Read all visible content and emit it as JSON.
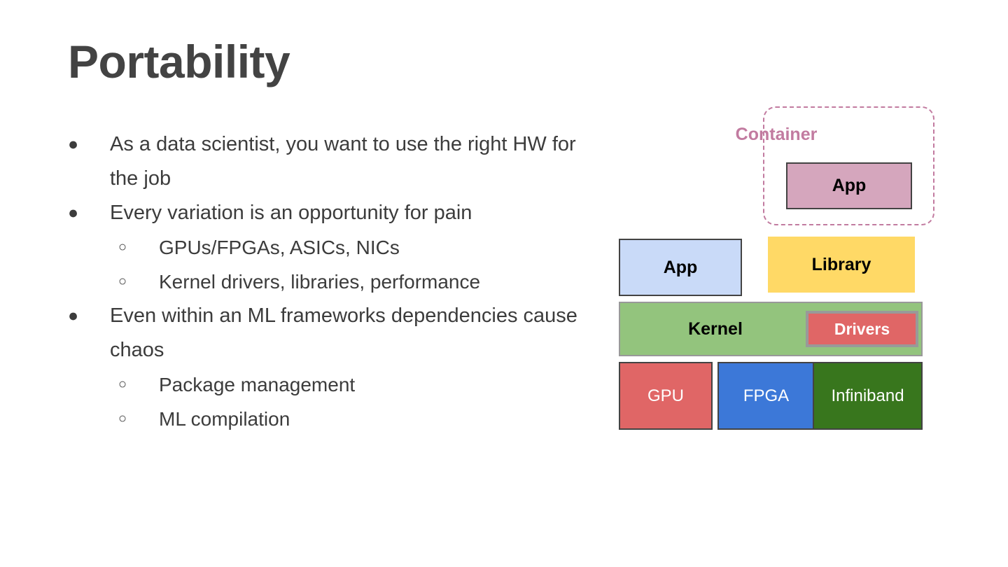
{
  "slide": {
    "title": "Portability",
    "title_color": "#434343",
    "background": "#ffffff",
    "bullets": [
      {
        "level": 1,
        "marker": "●",
        "text": "As a data scientist, you want to use the right HW for the job"
      },
      {
        "level": 1,
        "marker": "●",
        "text": "Every variation is an opportunity for pain"
      },
      {
        "level": 2,
        "marker": "○",
        "text": "GPUs/FPGAs, ASICs, NICs"
      },
      {
        "level": 2,
        "marker": "○",
        "text": "Kernel drivers, libraries, performance"
      },
      {
        "level": 1,
        "marker": "●",
        "text": "Even within an ML frameworks dependencies cause chaos"
      },
      {
        "level": 2,
        "marker": "○",
        "text": "Package management"
      },
      {
        "level": 2,
        "marker": "○",
        "text": "ML compilation"
      }
    ]
  },
  "diagram": {
    "container": {
      "label": "Container",
      "label_color": "#c27ba0",
      "border_color": "#c27ba0",
      "border_style": "dashed",
      "app": {
        "label": "App",
        "fill": "#d5a6bd",
        "border": "#434343",
        "text_color": "#000000"
      }
    },
    "app_blue": {
      "label": "App",
      "fill": "#c9daf8",
      "border": "#434343",
      "text_color": "#000000"
    },
    "library": {
      "label": "Library",
      "fill": "#ffd966",
      "border": "none",
      "text_color": "#000000"
    },
    "kernel": {
      "label": "Kernel",
      "fill": "#93c47d",
      "border": "#999999",
      "text_color": "#000000",
      "drivers": {
        "label": "Drivers",
        "fill": "#e06666",
        "border": "#999999",
        "text_color": "#ffffff"
      }
    },
    "hardware": [
      {
        "label": "GPU",
        "fill": "#e06666",
        "border": "#434343",
        "text_color": "#ffffff"
      },
      {
        "label": "FPGA",
        "fill": "#3c78d8",
        "border": "#434343",
        "text_color": "#ffffff"
      },
      {
        "label": "Infiniband",
        "fill": "#38761d",
        "border": "#434343",
        "text_color": "#ffffff"
      }
    ]
  }
}
